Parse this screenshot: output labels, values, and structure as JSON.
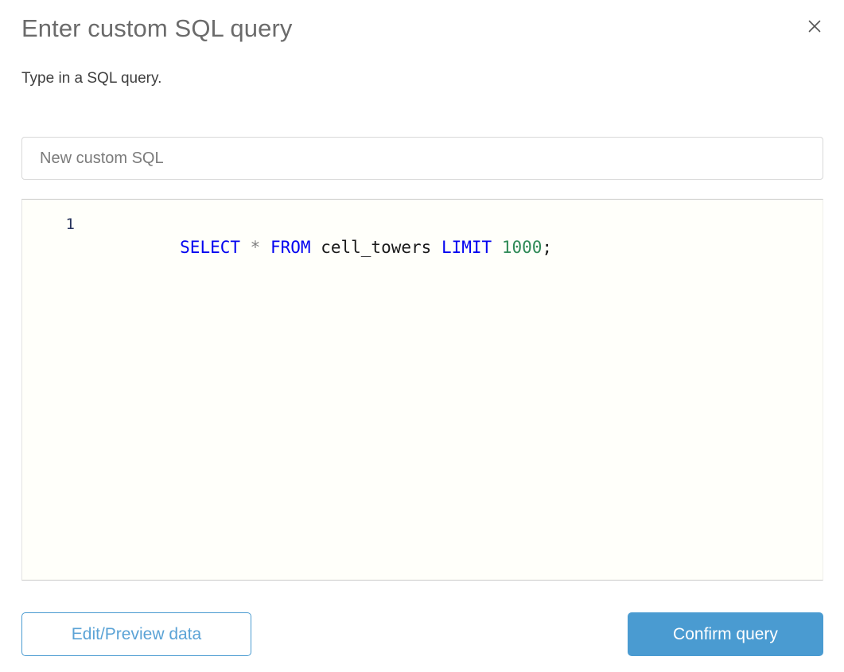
{
  "dialog": {
    "title": "Enter custom SQL query",
    "subtitle": "Type in a SQL query.",
    "close_icon": "close-icon"
  },
  "name_field": {
    "value": "",
    "placeholder": "New custom SQL"
  },
  "editor": {
    "line_number": "1",
    "background_color": "#fffffa",
    "query": "SELECT * FROM cell_towers LIMIT 1000;",
    "tokens": [
      {
        "text": "SELECT",
        "type": "keyword",
        "color": "#0000f0"
      },
      {
        "text": " ",
        "type": "space",
        "color": ""
      },
      {
        "text": "*",
        "type": "star",
        "color": "#808080"
      },
      {
        "text": " ",
        "type": "space",
        "color": ""
      },
      {
        "text": "FROM",
        "type": "keyword",
        "color": "#0000f0"
      },
      {
        "text": " ",
        "type": "space",
        "color": ""
      },
      {
        "text": "cell_towers",
        "type": "identifier",
        "color": "#1a1a1a"
      },
      {
        "text": " ",
        "type": "space",
        "color": ""
      },
      {
        "text": "LIMIT",
        "type": "keyword",
        "color": "#0000f0"
      },
      {
        "text": " ",
        "type": "space",
        "color": ""
      },
      {
        "text": "1000",
        "type": "number",
        "color": "#2f8a57"
      },
      {
        "text": ";",
        "type": "punctuation",
        "color": "#1a1a1a"
      }
    ]
  },
  "footer": {
    "secondary_label": "Edit/Preview data",
    "primary_label": "Confirm query"
  },
  "colors": {
    "accent": "#4a9bd1",
    "accent_text": "#5ba3d6",
    "title_text": "#6b6b6b",
    "body_text": "#3f3f3f",
    "placeholder_text": "#7b7b7b",
    "border": "#d8d8d8",
    "line_number": "#27335c"
  }
}
